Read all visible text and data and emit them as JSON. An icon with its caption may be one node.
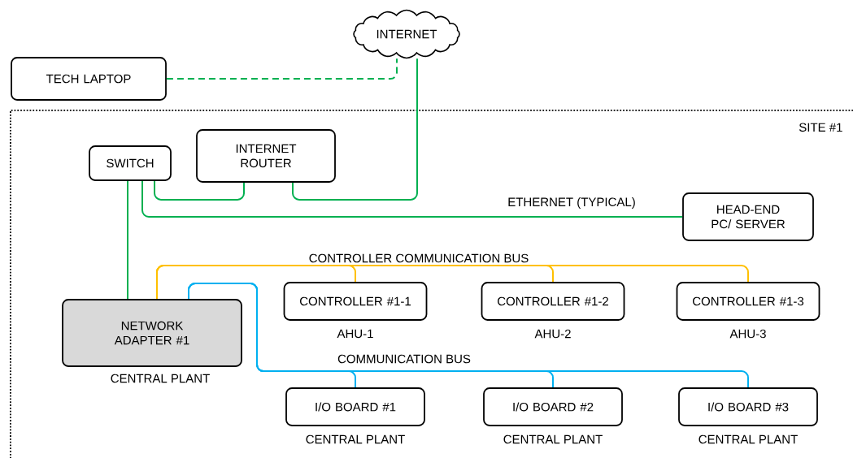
{
  "diagram": {
    "nodes": [
      {
        "text": [
          "INTERNET"
        ]
      },
      {
        "text": [
          "TECH LAPTOP"
        ]
      },
      {
        "text": [
          "SITE #1"
        ]
      },
      {
        "text": [
          "SWITCH"
        ],
        "in": 2
      },
      {
        "text": [
          "INTERNET ROUTER"
        ],
        "in": 2
      },
      {
        "text": [
          "HEAD-END PC/ SERVER"
        ],
        "in": 2
      },
      {
        "text": [
          "NETWORK ADAPTER #1"
        ],
        "beside": [
          "CENTRAL PLANT"
        ],
        "in": 2
      },
      {
        "text": [
          "CONTROLLER #1-1"
        ],
        "beside": [
          "AHU-1"
        ],
        "in": 2
      },
      {
        "text": [
          "CONTROLLER #1-2"
        ],
        "beside": [
          "AHU-2"
        ],
        "in": 2
      },
      {
        "text": [
          "CONTROLLER #1-3"
        ],
        "beside": [
          "AHU-3"
        ],
        "in": 2
      },
      {
        "text": [
          "I/O BOARD #1"
        ],
        "beside": [
          "CENTRAL PLANT"
        ],
        "in": 2
      },
      {
        "text": [
          "I/O BOARD #2"
        ],
        "beside": [
          "CENTRAL PLANT"
        ],
        "in": 2
      },
      {
        "text": [
          "I/O BOARD #3"
        ],
        "beside": [
          "CENTRAL PLANT"
        ],
        "in": 2
      }
    ],
    "edges": [
      {
        "from": 1,
        "to": 0,
        "arrow": "none",
        "style": "dashed"
      },
      {
        "from": 3,
        "to": 4,
        "arrow": "none"
      },
      {
        "from": 4,
        "to": 0,
        "arrow": "none"
      },
      {
        "from": 3,
        "to": 5,
        "arrow": "none",
        "label": "ETHERNET (TYPICAL)"
      },
      {
        "from": 3,
        "to": 6,
        "arrow": "none"
      },
      {
        "from": 6,
        "to": 7,
        "arrow": "none",
        "color": "#ffc000"
      },
      {
        "from": 6,
        "to": 8,
        "arrow": "none",
        "color": "#ffc000"
      },
      {
        "from": 6,
        "to": 9,
        "arrow": "none",
        "color": "#ffc000"
      },
      {
        "from": 6,
        "to": 10,
        "arrow": "none",
        "color": "#00b0f0"
      },
      {
        "from": 6,
        "to": 11,
        "arrow": "none",
        "color": "#00b0f0"
      },
      {
        "from": 6,
        "to": 12,
        "arrow": "none",
        "color": "#00b0f0"
      }
    ],
    "labels": [
      "CONTROLLER COMMUNICATION BUS",
      "COMMUNICATION BUS"
    ]
  }
}
